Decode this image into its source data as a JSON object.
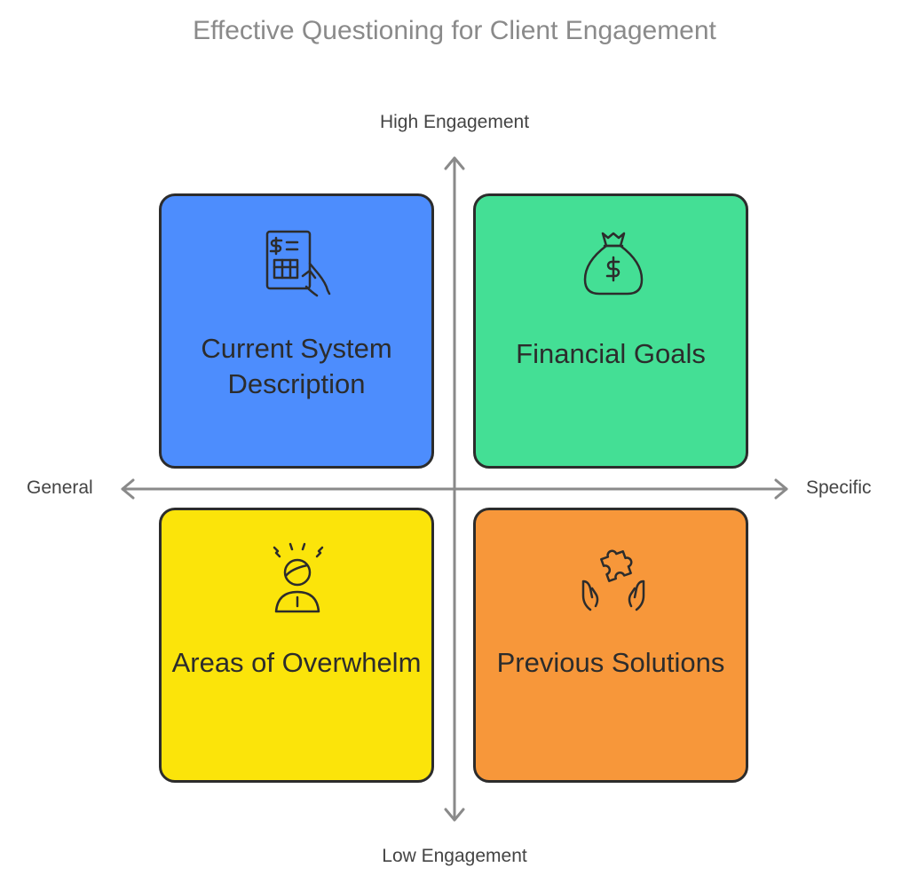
{
  "title": "Effective Questioning for Client Engagement",
  "axes": {
    "top": "High Engagement",
    "bottom": "Low Engagement",
    "left": "General",
    "right": "Specific"
  },
  "quadrants": [
    {
      "label": "Current System Description",
      "color": "#4d8dfd",
      "icon": "receipt-hand-icon"
    },
    {
      "label": "Financial Goals",
      "color": "#44df95",
      "icon": "money-bag-icon"
    },
    {
      "label": "Areas of Overwhelm",
      "color": "#fbe40a",
      "icon": "stressed-person-icon"
    },
    {
      "label": "Previous Solutions",
      "color": "#f7973a",
      "icon": "hands-puzzle-icon"
    }
  ]
}
